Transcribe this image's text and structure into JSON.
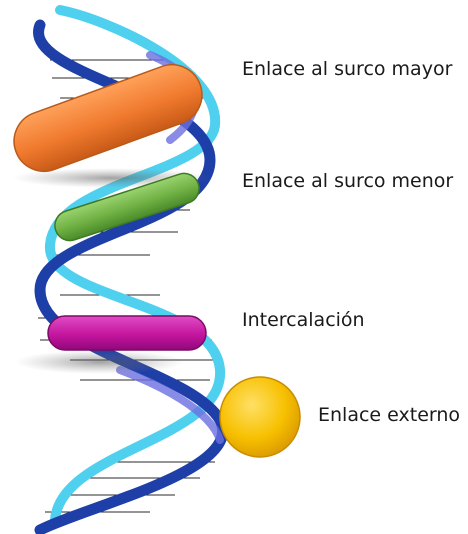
{
  "labels": {
    "major_groove": "Enlace al surco mayor",
    "minor_groove": "Enlace al surco menor",
    "intercalation": "Intercalación",
    "external": "Enlace externo"
  },
  "colors": {
    "strand_light": "#4fd0ee",
    "strand_dark": "#1f3fa8",
    "strand_mid": "#6b6fe0",
    "rungs": "#2a2a2a",
    "major_groove_binder": "#f07a2e",
    "minor_groove_binder": "#6fb043",
    "intercalator": "#c4159e",
    "external_binder": "#f2b400"
  }
}
